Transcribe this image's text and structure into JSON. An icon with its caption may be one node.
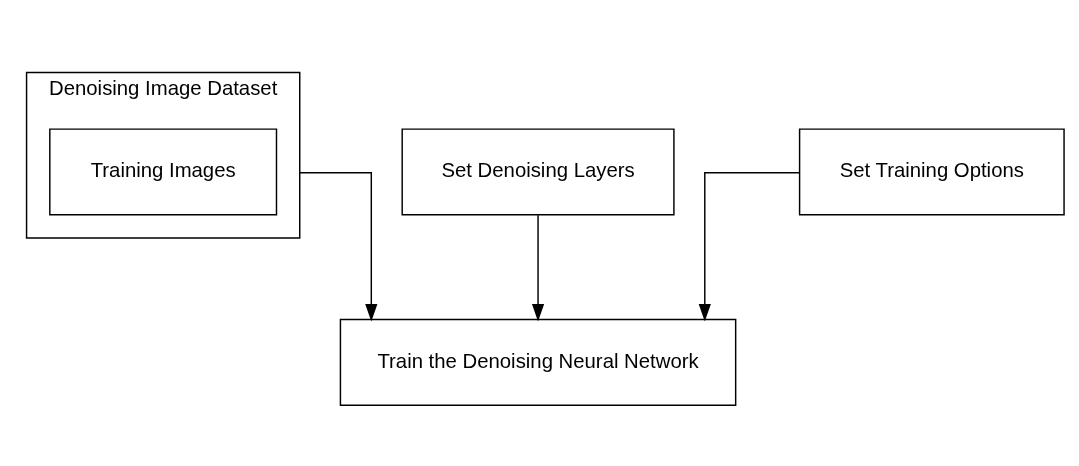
{
  "diagram": {
    "nodes": [
      {
        "text": [
          "Denoising Image Dataset"
        ]
      },
      {
        "text": [
          "Training Images"
        ],
        "in": 0
      },
      {
        "text": [
          "Set Denoising Layers"
        ]
      },
      {
        "text": [
          "Set Training Options"
        ]
      },
      {
        "text": [
          "Train the Denoising Neural Network"
        ]
      }
    ],
    "edges": [
      {
        "from": 0,
        "to": 4,
        "arrow": "to"
      },
      {
        "from": 2,
        "to": 4,
        "arrow": "to"
      },
      {
        "from": 3,
        "to": 4,
        "arrow": "to"
      }
    ]
  }
}
